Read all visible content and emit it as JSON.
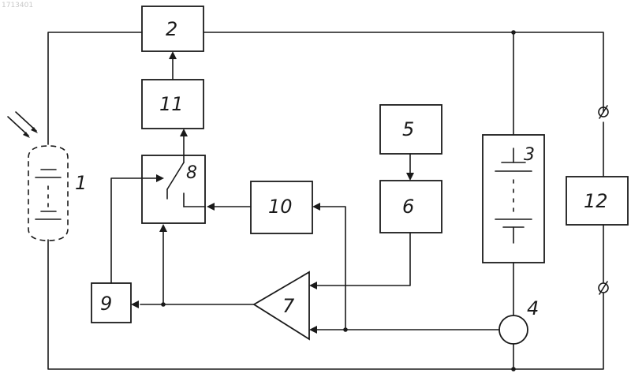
{
  "stamp": "1713401",
  "blocks": {
    "b1": "1",
    "b2": "2",
    "b3": "3",
    "b4": "4",
    "b5": "5",
    "b6": "6",
    "b7": "7",
    "b8": "8",
    "b9": "9",
    "b10": "10",
    "b11": "11",
    "b12": "12"
  }
}
